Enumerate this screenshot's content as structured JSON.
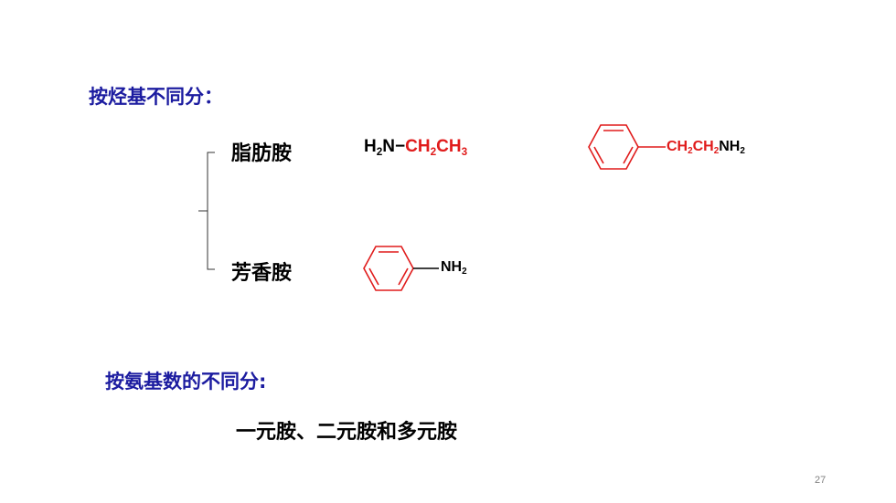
{
  "section1": {
    "heading": "按烃基不同分：",
    "aliphatic": {
      "label": "脂肪胺",
      "formula": {
        "h": "H",
        "h_sub": "2",
        "n": "N",
        "bond": "−",
        "ch": "CH",
        "ch_sub": "2",
        "ch3": "CH",
        "ch3_sub": "3"
      },
      "benzene_chain": {
        "ch": "CH",
        "ch_sub": "2",
        "ch2": "CH",
        "ch2_sub": "2",
        "nh": "NH",
        "nh_sub": "2"
      }
    },
    "aromatic": {
      "label": "芳香胺",
      "substituent": {
        "nh": "NH",
        "nh_sub": "2"
      }
    }
  },
  "section2": {
    "heading": "按氨基数的不同分:",
    "content": "一元胺、二元胺和多元胺"
  },
  "page_number": "27",
  "colors": {
    "heading": "#1c1ca0",
    "highlight": "#e01b1b",
    "text": "#000000",
    "bracket": "#333333"
  }
}
